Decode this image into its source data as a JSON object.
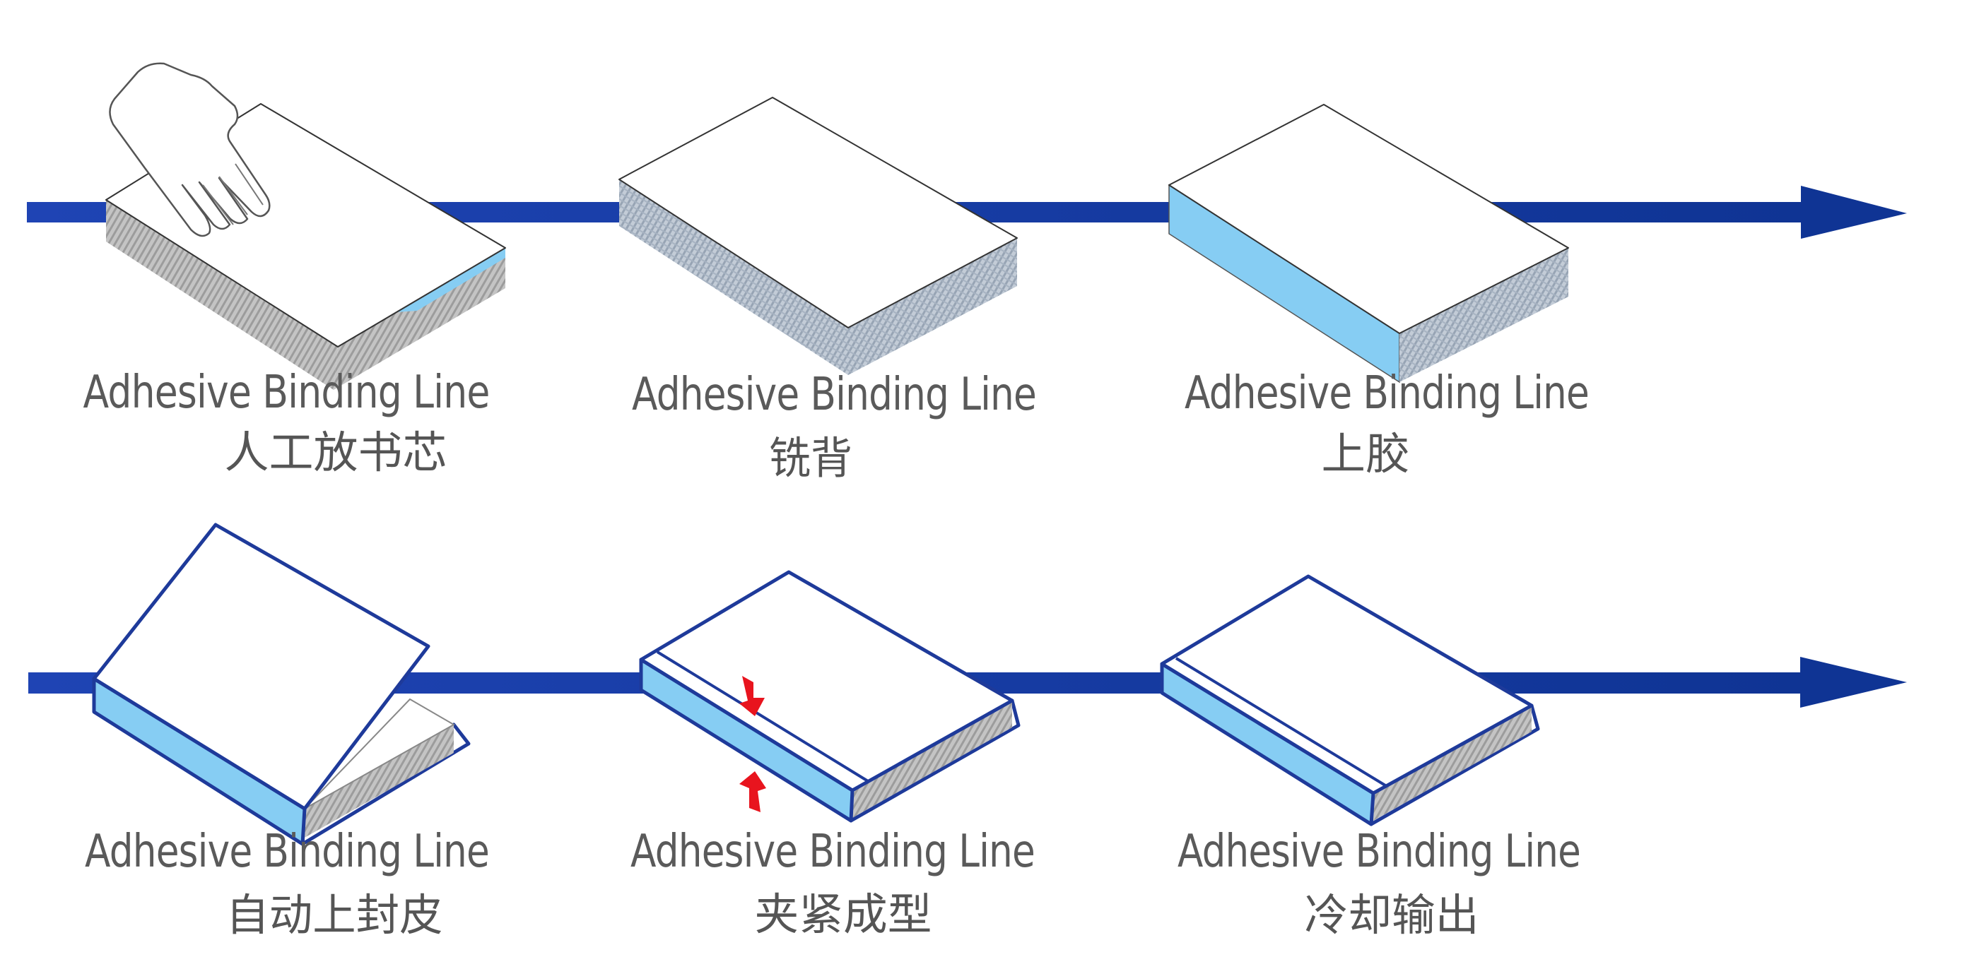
{
  "title": "Adhesive Binding Line Process Flow",
  "colors": {
    "arrow": "#0f3494",
    "arrow_light": "#1f44b4",
    "spine_glue": "#86cdf3",
    "page_edge_gray": "#b8b8b8",
    "page_edge_bluegray": "#aeb9c6",
    "outline_blue": "#1e3a9a",
    "press_arrow_red": "#e8141e",
    "label_text": "#5a5a5a"
  },
  "rows": [
    {
      "name": "row-1",
      "steps": [
        {
          "id": "step-1",
          "title_en": "Adhesive Binding Line",
          "title_zh": "人工放书芯",
          "illustration": "hand-placing-book-block"
        },
        {
          "id": "step-2",
          "title_en": "Adhesive Binding Line",
          "title_zh": "铣背",
          "illustration": "milled-book-block"
        },
        {
          "id": "step-3",
          "title_en": "Adhesive Binding Line",
          "title_zh": "上胶",
          "illustration": "glued-spine-book-block"
        }
      ]
    },
    {
      "name": "row-2",
      "steps": [
        {
          "id": "step-4",
          "title_en": "Adhesive Binding Line",
          "title_zh": "自动上封皮",
          "illustration": "cover-wrapping-book"
        },
        {
          "id": "step-5",
          "title_en": "Adhesive Binding Line",
          "title_zh": "夹紧成型",
          "illustration": "clamped-book-with-press-arrows"
        },
        {
          "id": "step-6",
          "title_en": "Adhesive Binding Line",
          "title_zh": "冷却输出",
          "illustration": "finished-book"
        }
      ]
    }
  ]
}
